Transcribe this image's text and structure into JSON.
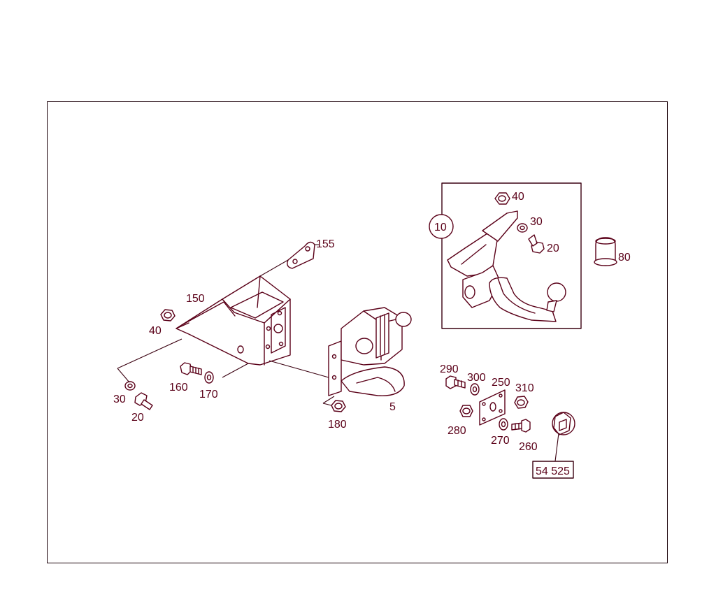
{
  "diagram": {
    "part_labels": {
      "p155": "155",
      "p150": "150",
      "p40a": "40",
      "p30a": "30",
      "p20a": "20",
      "p160": "160",
      "p170": "170",
      "p180": "180",
      "p5": "5",
      "p10": "10",
      "p40b": "40",
      "p30b": "30",
      "p20b": "20",
      "p80": "80",
      "p290": "290",
      "p300": "300",
      "p250": "250",
      "p310": "310",
      "p280": "280",
      "p270": "270",
      "p260": "260"
    },
    "reference_code": "54 525"
  },
  "colors": {
    "line": "#5a0018",
    "frame": "#1a0008",
    "background": "#ffffff"
  }
}
